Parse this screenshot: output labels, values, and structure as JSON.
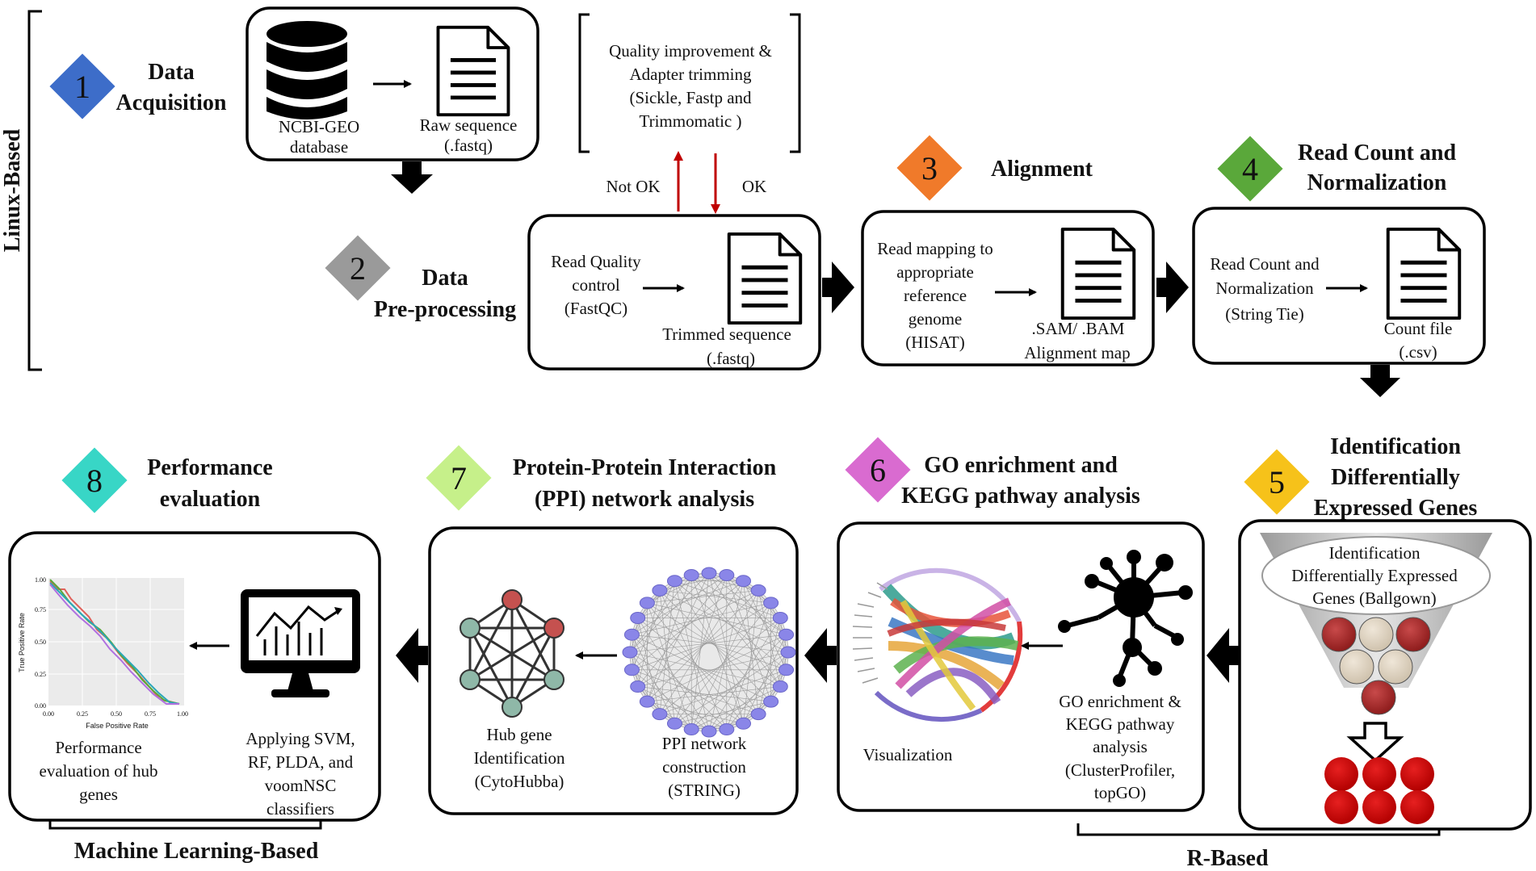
{
  "side_labels": {
    "linux": "Linux-Based",
    "r": "R-Based",
    "ml": "Machine Learning-Based"
  },
  "steps": [
    {
      "num": "1",
      "title": [
        "Data",
        "Acquisition"
      ],
      "color": "#3d6dc9"
    },
    {
      "num": "2",
      "title": [
        "Data",
        "Pre-processing"
      ],
      "color": "#9a9a9a"
    },
    {
      "num": "3",
      "title": [
        "Alignment"
      ],
      "color": "#f07a2a"
    },
    {
      "num": "4",
      "title": [
        "Read Count and",
        "Normalization"
      ],
      "color": "#5aa83a"
    },
    {
      "num": "5",
      "title": [
        "Identification",
        "Differentially",
        "Expressed  Genes"
      ],
      "color": "#f6c21a"
    },
    {
      "num": "6",
      "title": [
        "GO enrichment  and",
        "KEGG pathway  analysis"
      ],
      "color": "#d96bd0"
    },
    {
      "num": "7",
      "title": [
        "Protein-Protein Interaction",
        "(PPI) network analysis"
      ],
      "color": "#c6f08a"
    },
    {
      "num": "8",
      "title": [
        "Performance",
        "evaluation"
      ],
      "color": "#38d6c6"
    }
  ],
  "box1": {
    "database": [
      "NCBI-GEO",
      "database"
    ],
    "raw": [
      "Raw sequence",
      "(.fastq)"
    ]
  },
  "qc_bracket": [
    "Quality  improvement  &",
    "Adapter trimming",
    "(Sickle, Fastp and",
    "Trimmomatic  )"
  ],
  "qc_labels": {
    "not_ok": "Not OK",
    "ok": "OK"
  },
  "box2": {
    "left": [
      "Read Quality",
      "control",
      "(FastQC)"
    ],
    "file": [
      "Trimmed  sequence",
      "(.fastq)"
    ]
  },
  "box3": {
    "left": [
      "Read mapping  to",
      "appropriate",
      "reference",
      "genome",
      "(HISAT)"
    ],
    "file": [
      ".SAM/ .BAM",
      "Alignment  map"
    ]
  },
  "box4": {
    "left": [
      "Read Count  and",
      "Normalization",
      "(String  Tie)"
    ],
    "file": [
      "Count file",
      "(.csv)"
    ]
  },
  "box5": {
    "funnel": [
      "Identification",
      "Differentially  Expressed",
      "Genes (Ballgown)"
    ]
  },
  "box6": {
    "viz": "Visualization",
    "right": [
      "GO enrichment  &",
      "KEGG pathway",
      "analysis",
      "(ClusterProfiler,",
      "topGO)"
    ]
  },
  "box7": {
    "hub": [
      "Hub gene",
      "Identification",
      "(CytoHubba)"
    ],
    "ppi": [
      "PPI network",
      "construction",
      "(STRING)"
    ]
  },
  "box8": {
    "perf": [
      "Performance",
      "evaluation  of hub",
      "genes"
    ],
    "apply": [
      "Applying  SVM,",
      "RF, PLDA,  and",
      "voomNSC",
      "classifiers"
    ],
    "roc_axes": {
      "x": "False Positive Rate",
      "y": "True Positive Rate"
    },
    "roc_ticks": [
      "0.00",
      "0.25",
      "0.50",
      "0.75",
      "1.00"
    ]
  }
}
